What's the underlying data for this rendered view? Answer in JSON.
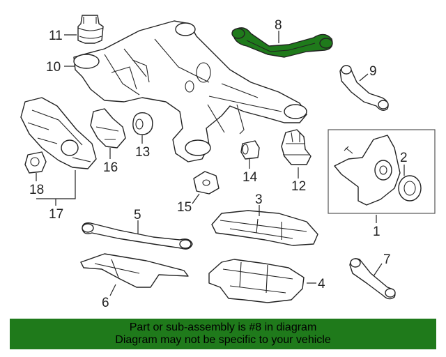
{
  "diagram": {
    "highlight_color": "#1f7a1b",
    "callouts": {
      "c1": "1",
      "c2": "2",
      "c3": "3",
      "c4": "4",
      "c5": "5",
      "c6": "6",
      "c7": "7",
      "c8": "8",
      "c9": "9",
      "c10": "10",
      "c11": "11",
      "c12": "12",
      "c13": "13",
      "c14": "14",
      "c15": "15",
      "c16": "16",
      "c17": "17",
      "c18": "18"
    }
  },
  "banner": {
    "line1": "Part or sub-assembly is #8 in diagram",
    "line2": "Diagram may not be specific to your vehicle",
    "background": "#1f7a1b"
  }
}
